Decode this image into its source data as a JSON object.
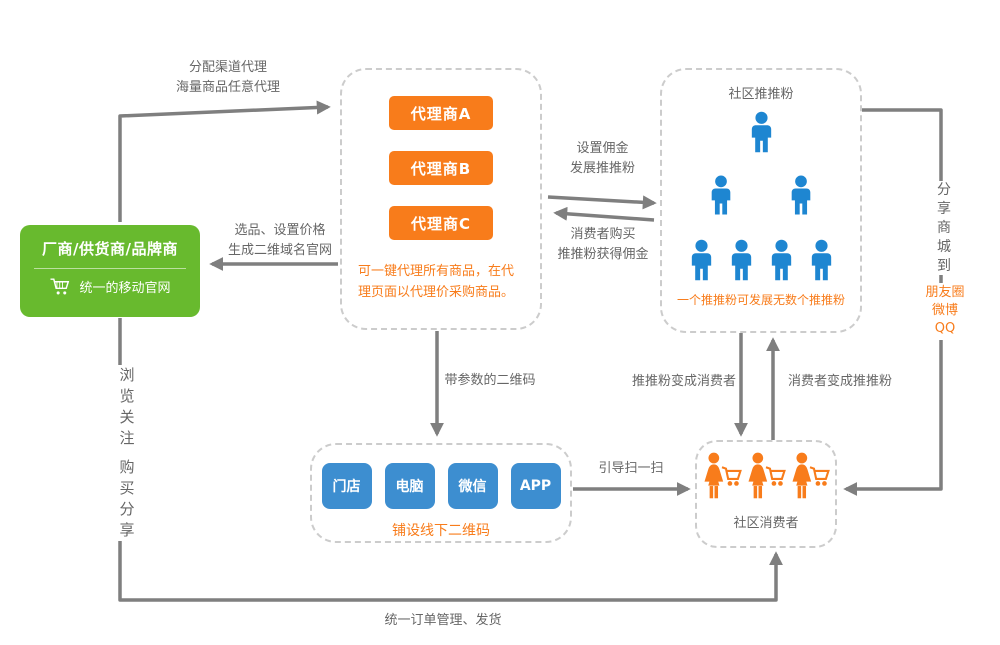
{
  "supplier": {
    "title": "厂商/供货商/品牌商",
    "subtitle": "统一的移动官网"
  },
  "agents": {
    "buttons": [
      "代理商A",
      "代理商B",
      "代理商C"
    ],
    "note": "可一键代理所有商品，在代理页面以代理价采购商品。"
  },
  "community": {
    "title": "社区推推粉",
    "note": "一个推推粉可发展无数个推推粉"
  },
  "channels": {
    "buttons": [
      "门店",
      "电脑",
      "微信",
      "APP"
    ],
    "note": "铺设线下二维码"
  },
  "consumers": {
    "title": "社区消费者"
  },
  "flows": {
    "assign": "分配渠道代理\n海量商品任意代理",
    "select_price": "选品、设置价格\n生成二维域名官网",
    "commission": "设置佣金\n发展推推粉",
    "purchase": "消费者购买\n推推粉获得佣金",
    "share": "分享商城到",
    "share_targets": "朋友圈\n微博\nQQ",
    "qr_param": "带参数的二维码",
    "fan_to_consumer": "推推粉变成消费者",
    "consumer_to_fan": "消费者变成推推粉",
    "scan": "引导扫一扫",
    "browse_1": "浏览关注",
    "browse_2": "购买分享",
    "order": "统一订单管理、发货"
  },
  "colors": {
    "green": "#68ba2e",
    "orange": "#f87c1b",
    "blue_button": "#3d8ed0",
    "person_blue": "#1e86d1",
    "arrow_gray": "#7f7f7f",
    "label_gray": "#666666"
  }
}
